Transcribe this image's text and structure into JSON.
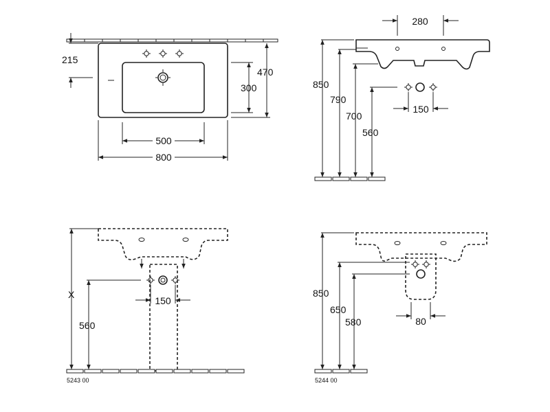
{
  "top_view": {
    "depth_to_tap": "215",
    "depth_total": "470",
    "bowl_depth": "300",
    "bowl_width": "500",
    "overall_width": "800"
  },
  "side_view": {
    "tap_spacing": "280",
    "height_rim": "850",
    "height_790": "790",
    "height_700": "700",
    "height_supply": "560",
    "supply_spacing": "150"
  },
  "front_install_5243": {
    "height_variable": "X",
    "supply_spacing": "150",
    "supply_height": "560",
    "article_code": "5243 00"
  },
  "front_install_5244": {
    "height_rim": "850",
    "height_650": "650",
    "height_580": "580",
    "pedestal_width": "80",
    "article_code": "5244 00"
  }
}
